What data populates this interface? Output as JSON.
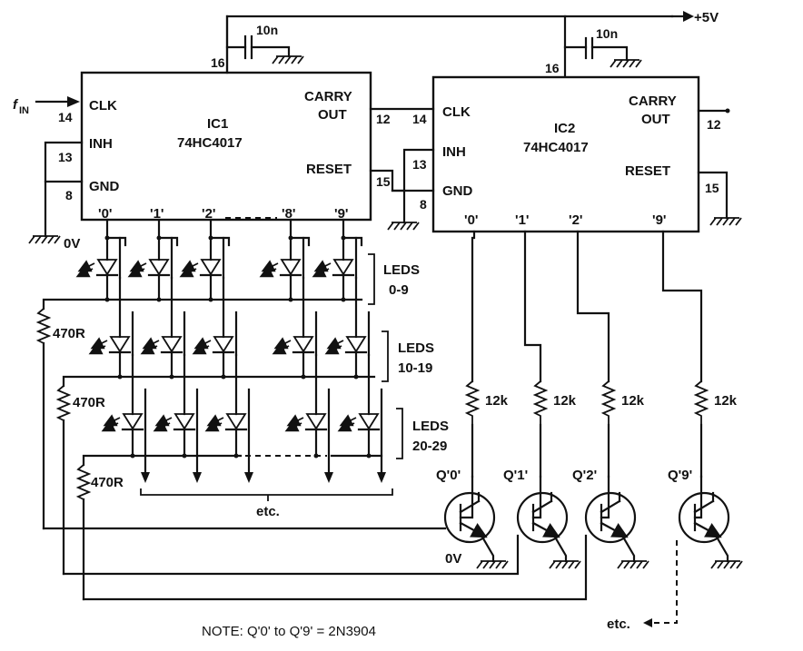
{
  "supply": {
    "label": "+5V"
  },
  "decoupling": [
    {
      "label": "10n"
    },
    {
      "label": "10n"
    }
  ],
  "input": {
    "label": "f",
    "sub": "IN"
  },
  "ground_label": "0V",
  "ic1": {
    "name": "IC1",
    "part": "74HC4017",
    "pins": {
      "clk": "CLK",
      "inh": "INH",
      "gnd": "GND",
      "carry1": "CARRY",
      "carry2": "OUT",
      "reset": "RESET"
    },
    "pin_numbers": {
      "vcc": "16",
      "clk": "14",
      "inh": "13",
      "gnd": "8",
      "carry": "12",
      "reset": "15"
    },
    "outputs": [
      "'0'",
      "'1'",
      "'2'",
      "'8'",
      "'9'"
    ]
  },
  "ic2": {
    "name": "IC2",
    "part": "74HC4017",
    "pins": {
      "clk": "CLK",
      "inh": "INH",
      "gnd": "GND",
      "carry1": "CARRY",
      "carry2": "OUT",
      "reset": "RESET"
    },
    "pin_numbers": {
      "vcc": "16",
      "clk": "14",
      "inh": "13",
      "gnd": "8",
      "carry": "12",
      "reset": "15"
    },
    "outputs": [
      "'0'",
      "'1'",
      "'2'",
      "'9'"
    ]
  },
  "led_groups": [
    {
      "line1": "LEDS",
      "line2": "0-9"
    },
    {
      "line1": "LEDS",
      "line2": "10-19"
    },
    {
      "line1": "LEDS",
      "line2": "20-29"
    }
  ],
  "resistors_470": [
    "470R",
    "470R",
    "470R"
  ],
  "resistors_12k": [
    "12k",
    "12k",
    "12k",
    "12k"
  ],
  "transistors": [
    "Q'0'",
    "Q'1'",
    "Q'2'",
    "Q'9'"
  ],
  "etc_labels": [
    "etc.",
    "etc."
  ],
  "note": "NOTE:  Q'0' to Q'9' = 2N3904"
}
